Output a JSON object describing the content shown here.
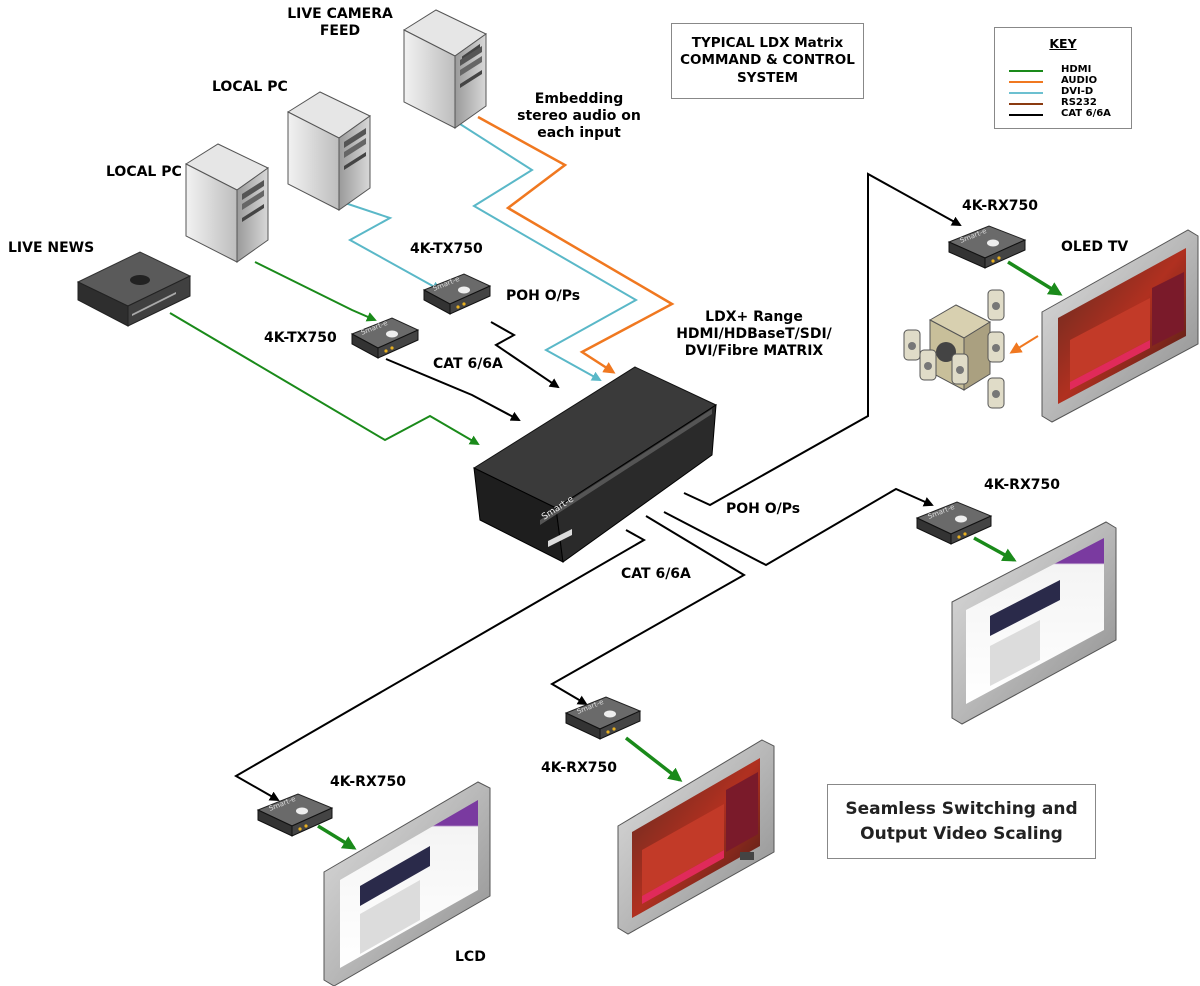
{
  "title_box": {
    "text": "TYPICAL LDX Matrix\nCOMMAND & CONTROL\nSYSTEM"
  },
  "key": {
    "title": "KEY",
    "items": [
      {
        "label": "HDMI",
        "color": "#1a8a1a"
      },
      {
        "label": "AUDIO",
        "color": "#f07820"
      },
      {
        "label": "DVI-D",
        "color": "#6cc0d0"
      },
      {
        "label": "RS232",
        "color": "#8a3a10"
      },
      {
        "label": "CAT 6/6A",
        "color": "#000000"
      }
    ]
  },
  "labels": {
    "live_camera_feed": "LIVE CAMERA\nFEED",
    "local_pc_1": "LOCAL PC",
    "local_pc_2": "LOCAL PC",
    "live_news": "LIVE NEWS",
    "embedding": "Embedding\nstereo audio on\neach input",
    "tx750_a": "4K-TX750",
    "tx750_b": "4K-TX750",
    "poh_ops_top": "POH O/Ps",
    "cat_top": "CAT 6/6A",
    "matrix": "LDX+ Range\nHDMI/HDBaseT/SDI/\nDVI/Fibre MATRIX",
    "rx750_oled": "4K-RX750",
    "oled_tv": "OLED TV",
    "poh_ops_right": "POH O/Ps",
    "rx750_right": "4K-RX750",
    "cat_bottom": "CAT 6/6A",
    "rx750_lcd": "4K-RX750",
    "rx750_mid": "4K-RX750",
    "lcd": "LCD"
  },
  "seamless_box": {
    "text": "Seamless Switching and\nOutput Video Scaling"
  },
  "device_badge": "Smart-e"
}
